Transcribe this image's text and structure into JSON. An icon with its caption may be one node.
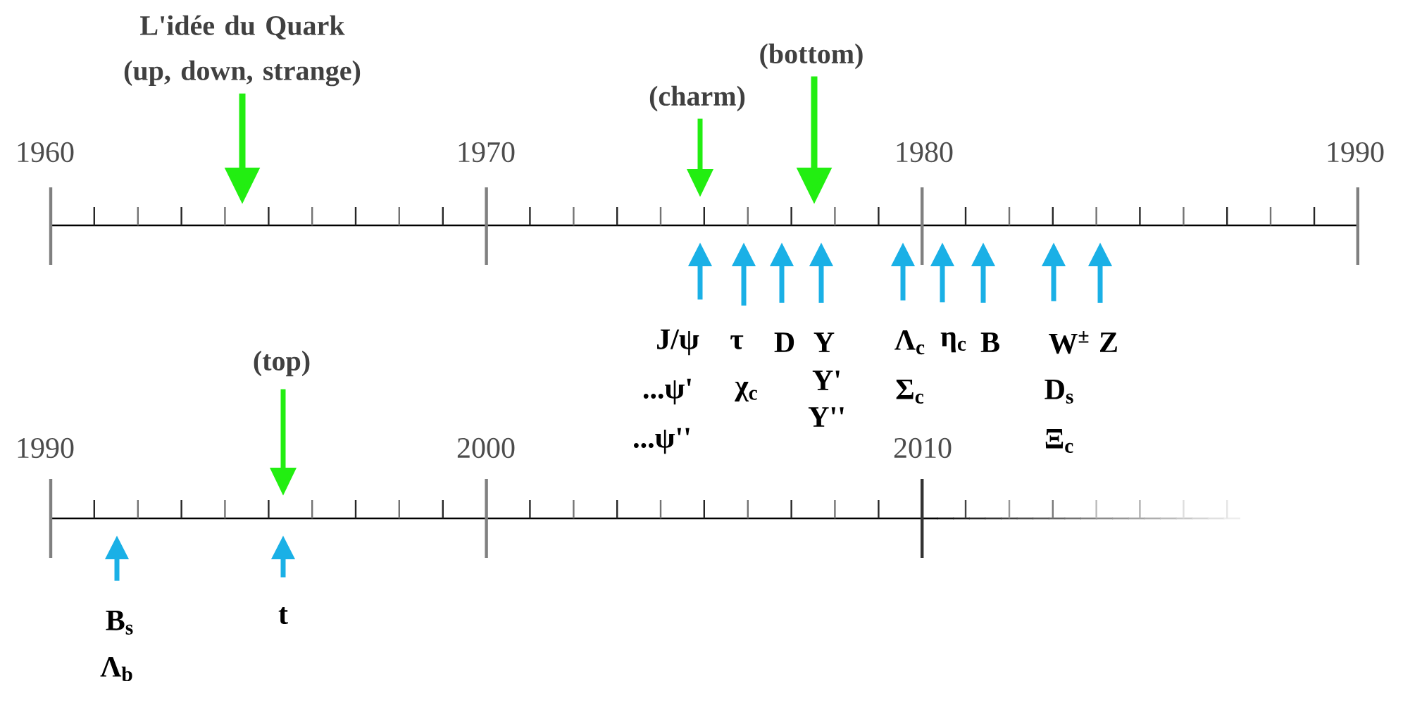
{
  "diagram": {
    "nodes": [
      {
        "text": [
          "L'idée du Quark (up, down, strange)"
        ]
      },
      {
        "text": [
          "(charm)"
        ]
      },
      {
        "text": [
          "(bottom)"
        ]
      },
      {
        "text": [
          "J/ψ",
          "...ψ'",
          "...ψ''"
        ]
      },
      {
        "text": [
          "τ",
          "χ$_{c}$"
        ]
      },
      {
        "text": [
          "D"
        ]
      },
      {
        "text": [
          "Υ",
          "Υ'",
          "Υ''"
        ]
      },
      {
        "text": [
          "Λ$_{c}$",
          "Σ$_{c}$"
        ]
      },
      {
        "text": [
          "η$_{c}$"
        ]
      },
      {
        "text": [
          "B"
        ]
      },
      {
        "text": [
          "W$^{±}$",
          "D$_{s}$",
          "Ξ$_{c}$"
        ]
      },
      {
        "text": [
          "Z"
        ]
      },
      {
        "text": [
          "(top)"
        ]
      },
      {
        "text": [
          "B$_{s}$",
          "Λ$_{b}$"
        ]
      },
      {
        "text": [
          "t"
        ]
      }
    ],
    "edges": [
      {
        "from": 0,
        "to": null,
        "arrow": "to",
        "color": "#22ee11"
      },
      {
        "from": 1,
        "to": null,
        "arrow": "to",
        "color": "#22ee11"
      },
      {
        "from": 2,
        "to": null,
        "arrow": "to",
        "color": "#22ee11"
      },
      {
        "from": 3,
        "to": null,
        "arrow": "to"
      },
      {
        "from": 4,
        "to": null,
        "arrow": "to"
      },
      {
        "from": 5,
        "to": null,
        "arrow": "to"
      },
      {
        "from": 6,
        "to": null,
        "arrow": "to"
      },
      {
        "from": 7,
        "to": null,
        "arrow": "to"
      },
      {
        "from": 8,
        "to": null,
        "arrow": "to"
      },
      {
        "from": 9,
        "to": null,
        "arrow": "to"
      },
      {
        "from": 10,
        "to": null,
        "arrow": "to"
      },
      {
        "from": 11,
        "to": null,
        "arrow": "to"
      },
      {
        "from": 12,
        "to": null,
        "arrow": "to",
        "color": "#22ee11"
      },
      {
        "from": 13,
        "to": null,
        "arrow": "to"
      },
      {
        "from": 14,
        "to": null,
        "arrow": "to"
      }
    ],
    "labels": [
      "1960",
      "1970",
      "1980",
      "1990",
      "1990",
      "2000",
      "2010"
    ]
  }
}
